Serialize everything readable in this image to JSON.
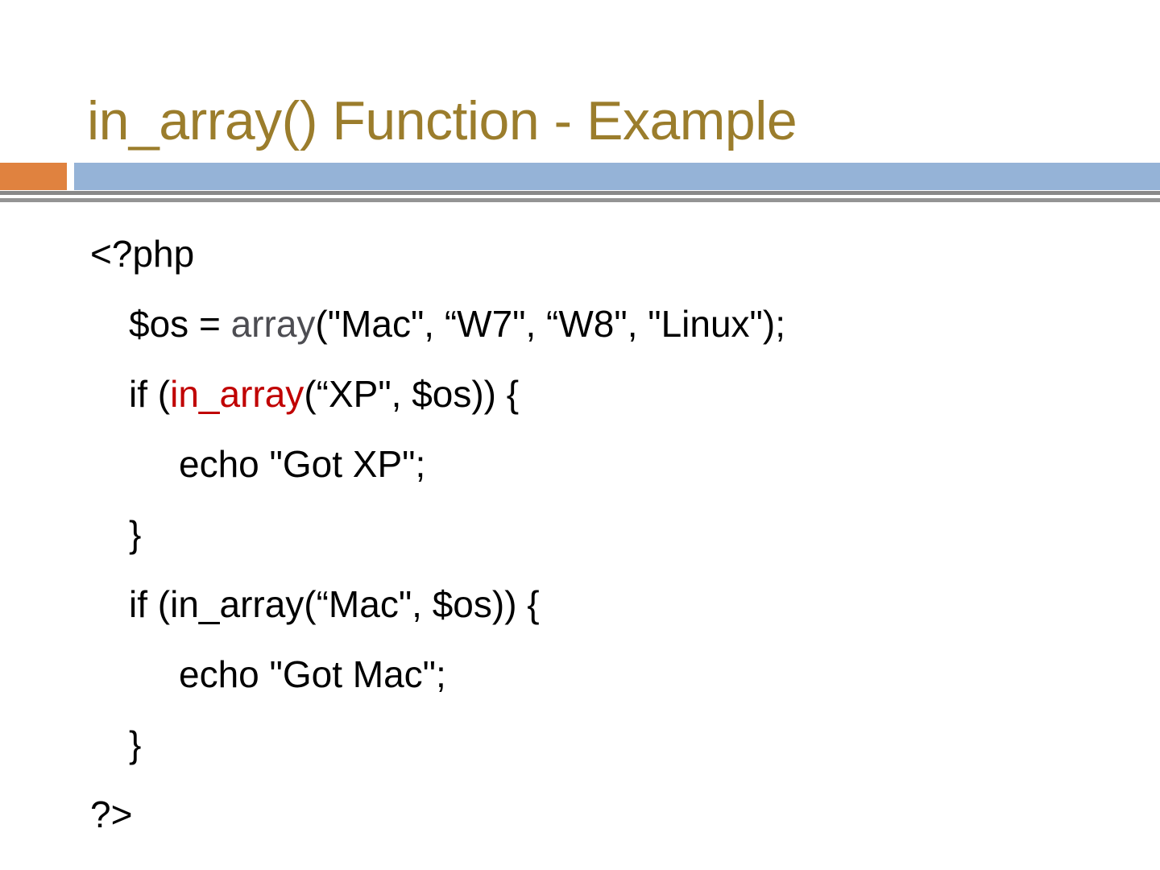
{
  "slide": {
    "title": "in_array() Function - Example",
    "title_color": "#9b7d2c",
    "accent_orange": "#e0823f",
    "accent_blue": "#95b3d7",
    "rule_gray": "#898989",
    "background": "#ffffff"
  },
  "code": {
    "language": "php",
    "highlight_color": "#c00000",
    "muted_color": "#4d4d52",
    "default_color": "#000000",
    "lines": [
      {
        "indent": 0,
        "text": "<?php",
        "segments": [
          {
            "text": "<?php",
            "style": "plain"
          }
        ]
      },
      {
        "indent": 1,
        "text": "$os = array(\"Mac\", “W7\", “W8\", \"Linux\");",
        "segments": [
          {
            "text": "$os = ",
            "style": "plain"
          },
          {
            "text": "array",
            "style": "func"
          },
          {
            "text": "(\"Mac\", “W7\", “W8\", \"Linux\");",
            "style": "plain"
          }
        ]
      },
      {
        "indent": 1,
        "text": "if (in_array(“XP\", $os)) {",
        "segments": [
          {
            "text": "if (",
            "style": "plain"
          },
          {
            "text": "in_array",
            "style": "highlight"
          },
          {
            "text": "(“XP\", $os)) {",
            "style": "plain"
          }
        ]
      },
      {
        "indent": 2,
        "text": "echo \"Got XP\";",
        "segments": [
          {
            "text": "echo \"Got XP\";",
            "style": "plain"
          }
        ]
      },
      {
        "indent": 1,
        "text": "}",
        "segments": [
          {
            "text": "}",
            "style": "plain"
          }
        ]
      },
      {
        "indent": 1,
        "text": "if (in_array(“Mac\", $os)) {",
        "segments": [
          {
            "text": "if (in_array(“Mac\", $os)) {",
            "style": "plain"
          }
        ]
      },
      {
        "indent": 2,
        "text": "echo \"Got Mac\";",
        "segments": [
          {
            "text": "echo \"Got Mac\";",
            "style": "plain"
          }
        ]
      },
      {
        "indent": 1,
        "text": "}",
        "segments": [
          {
            "text": "}",
            "style": "plain"
          }
        ]
      },
      {
        "indent": 0,
        "text": "?>",
        "segments": [
          {
            "text": "?>",
            "style": "plain"
          }
        ]
      }
    ]
  }
}
